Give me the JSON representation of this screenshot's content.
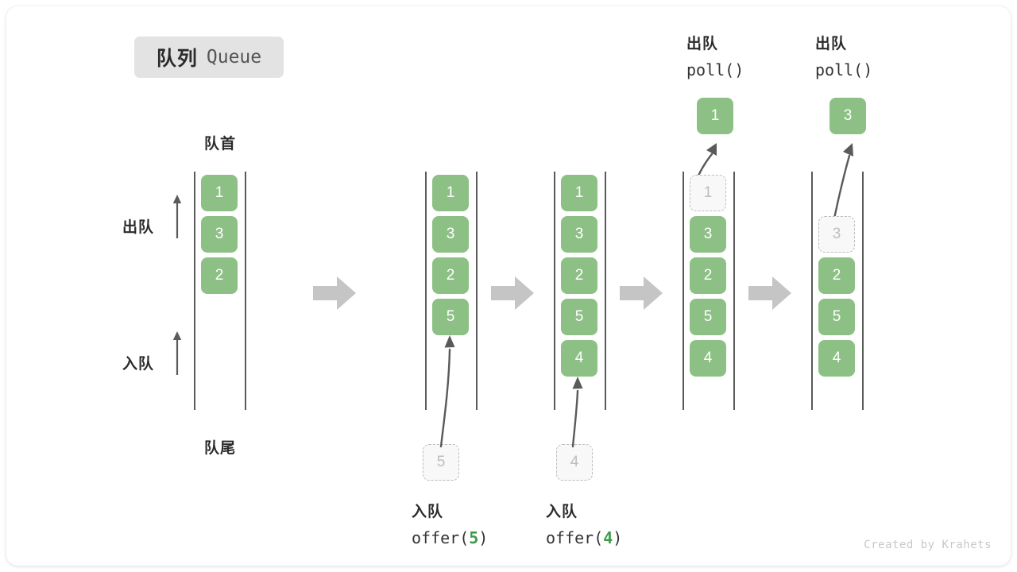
{
  "title": {
    "cn": "队列",
    "en": "Queue"
  },
  "labels": {
    "head": "队首",
    "tail": "队尾",
    "dequeue": "出队",
    "enqueue": "入队"
  },
  "colors": {
    "cell_fill": "#8cc084",
    "cell_text": "#ffffff",
    "ghost_fill": "#f8f8f8",
    "ghost_border": "#bdbdbd",
    "ghost_text": "#bdbdbd",
    "rail": "#5a5a5a",
    "step_arrow": "#c5c5c5",
    "badge_bg": "#e3e3e3",
    "text_dark": "#2b2b2b",
    "highlight_green": "#3f9b4a",
    "watermark": "#c8c8c8"
  },
  "stages": [
    {
      "id": "stage-initial",
      "cells": [
        "1",
        "3",
        "2"
      ],
      "ghost_in_queue": null,
      "ghost_below": null,
      "popped": null,
      "op_cn": null,
      "op_code": null,
      "op_value": null
    },
    {
      "id": "stage-offer-5",
      "cells": [
        "1",
        "3",
        "2",
        "5"
      ],
      "ghost_in_queue": null,
      "ghost_below": "5",
      "popped": null,
      "op_cn": "入队",
      "op_code": "offer(",
      "op_value": "5",
      "op_code_end": ")"
    },
    {
      "id": "stage-offer-4",
      "cells": [
        "1",
        "3",
        "2",
        "5",
        "4"
      ],
      "ghost_in_queue": null,
      "ghost_below": "4",
      "popped": null,
      "op_cn": "入队",
      "op_code": "offer(",
      "op_value": "4",
      "op_code_end": ")"
    },
    {
      "id": "stage-poll-1",
      "cells": [
        "3",
        "2",
        "5",
        "4"
      ],
      "ghost_in_queue": "1",
      "ghost_below": null,
      "popped": "1",
      "op_cn": "出队",
      "op_code": "poll()",
      "op_value": null
    },
    {
      "id": "stage-poll-3",
      "cells": [
        "2",
        "5",
        "4"
      ],
      "ghost_in_queue": "3",
      "ghost_below": null,
      "popped": "3",
      "op_cn": "出队",
      "op_code": "poll()",
      "op_value": null
    }
  ],
  "watermark": "Created by Krahets"
}
